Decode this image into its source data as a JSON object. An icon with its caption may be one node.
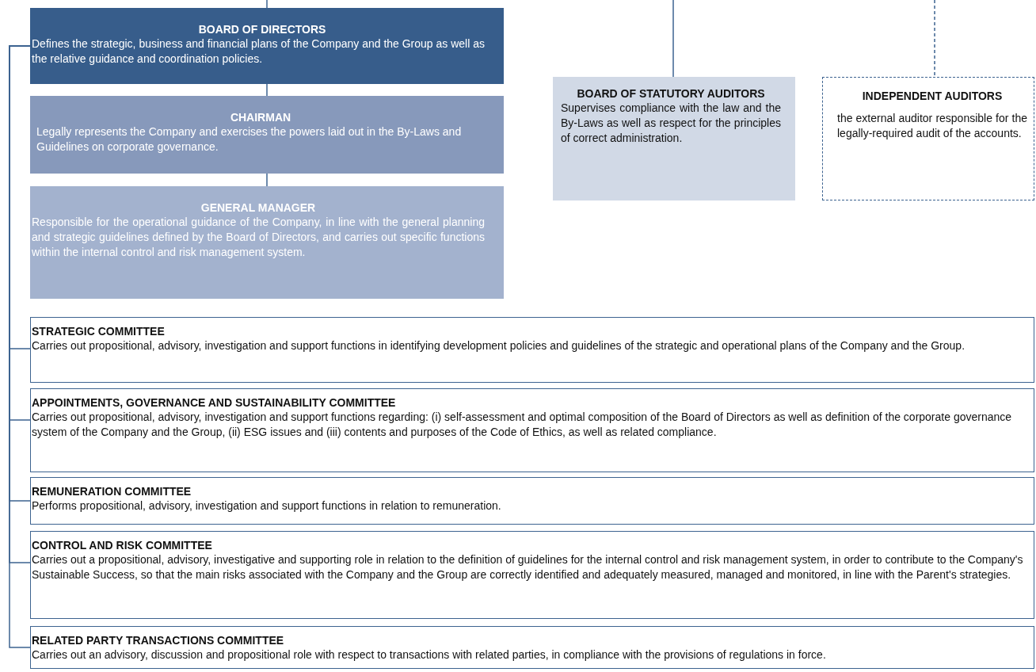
{
  "diagram": {
    "nodes": [
      {
        "text": [
          "BOARD OF DIRECTORS",
          "Defines the strategic, business and financial plans of the Company and the Group as well as the relative guidance and coordination policies."
        ]
      },
      {
        "text": [
          "CHAIRMAN",
          "Legally represents the Company and exercises the powers laid out in the By-Laws and Guidelines on corporate governance."
        ]
      },
      {
        "text": [
          "GENERAL MANAGER",
          "Responsible for the operational guidance of the Company, in line with the general planning and strategic guidelines defined by the Board of Directors, and carries out specific functions within the internal control and risk management system."
        ]
      },
      {
        "text": [
          "BOARD OF STATUTORY AUDITORS",
          "Supervises compliance with the law and the By-Laws as well as respect for the principles of correct administration."
        ]
      },
      {
        "text": [
          "INDEPENDENT AUDITORS",
          "the external auditor responsible for the legally-required audit of the accounts."
        ]
      },
      {
        "text": [
          "STRATEGIC COMMITTEE",
          "Carries out propositional, advisory, investigation and support functions in identifying development policies and guidelines of the strategic and operational plans of the Company and the Group."
        ]
      },
      {
        "text": [
          "APPOINTMENTS, GOVERNANCE AND SUSTAINABILITY COMMITTEE",
          "Carries out propositional, advisory, investigation and support functions regarding: (i) self-assessment and optimal composition of the Board of Directors as well as definition of the corporate governance system of the Company and the Group, (ii) ESG issues and (iii) contents and purposes of the Code of Ethics, as well as related compliance."
        ]
      },
      {
        "text": [
          "REMUNERATION COMMITTEE",
          "Performs propositional, advisory, investigation and support functions in relation to remuneration."
        ]
      },
      {
        "text": [
          "CONTROL AND RISK COMMITTEE",
          "Carries out a propositional, advisory, investigative and supporting role in relation to the definition of guidelines for the internal control and risk management system, in order to contribute to the Company's Sustainable Success, so that the main risks associated with the Company and the Group are correctly identified and adequately measured, managed and monitored, in line with the Parent's strategies."
        ]
      },
      {
        "text": [
          "RELATED PARTY TRANSACTIONS COMMITTEE",
          "Carries out an advisory, discussion and propositional role with respect to transactions with related parties, in compliance with the provisions of regulations in force."
        ]
      }
    ],
    "edges": [
      {
        "from": null,
        "to": 0,
        "arrow": "none"
      },
      {
        "from": 0,
        "to": 1,
        "arrow": "none"
      },
      {
        "from": 1,
        "to": 2,
        "arrow": "none"
      },
      {
        "from": null,
        "to": 3,
        "arrow": "none"
      },
      {
        "from": null,
        "to": 4,
        "arrow": "none",
        "style": "dashed"
      },
      {
        "from": 0,
        "to": 5,
        "arrow": "none"
      },
      {
        "from": 0,
        "to": 6,
        "arrow": "none"
      },
      {
        "from": 0,
        "to": 7,
        "arrow": "none"
      },
      {
        "from": 0,
        "to": 8,
        "arrow": "none"
      },
      {
        "from": 0,
        "to": 9,
        "arrow": "none"
      }
    ]
  }
}
